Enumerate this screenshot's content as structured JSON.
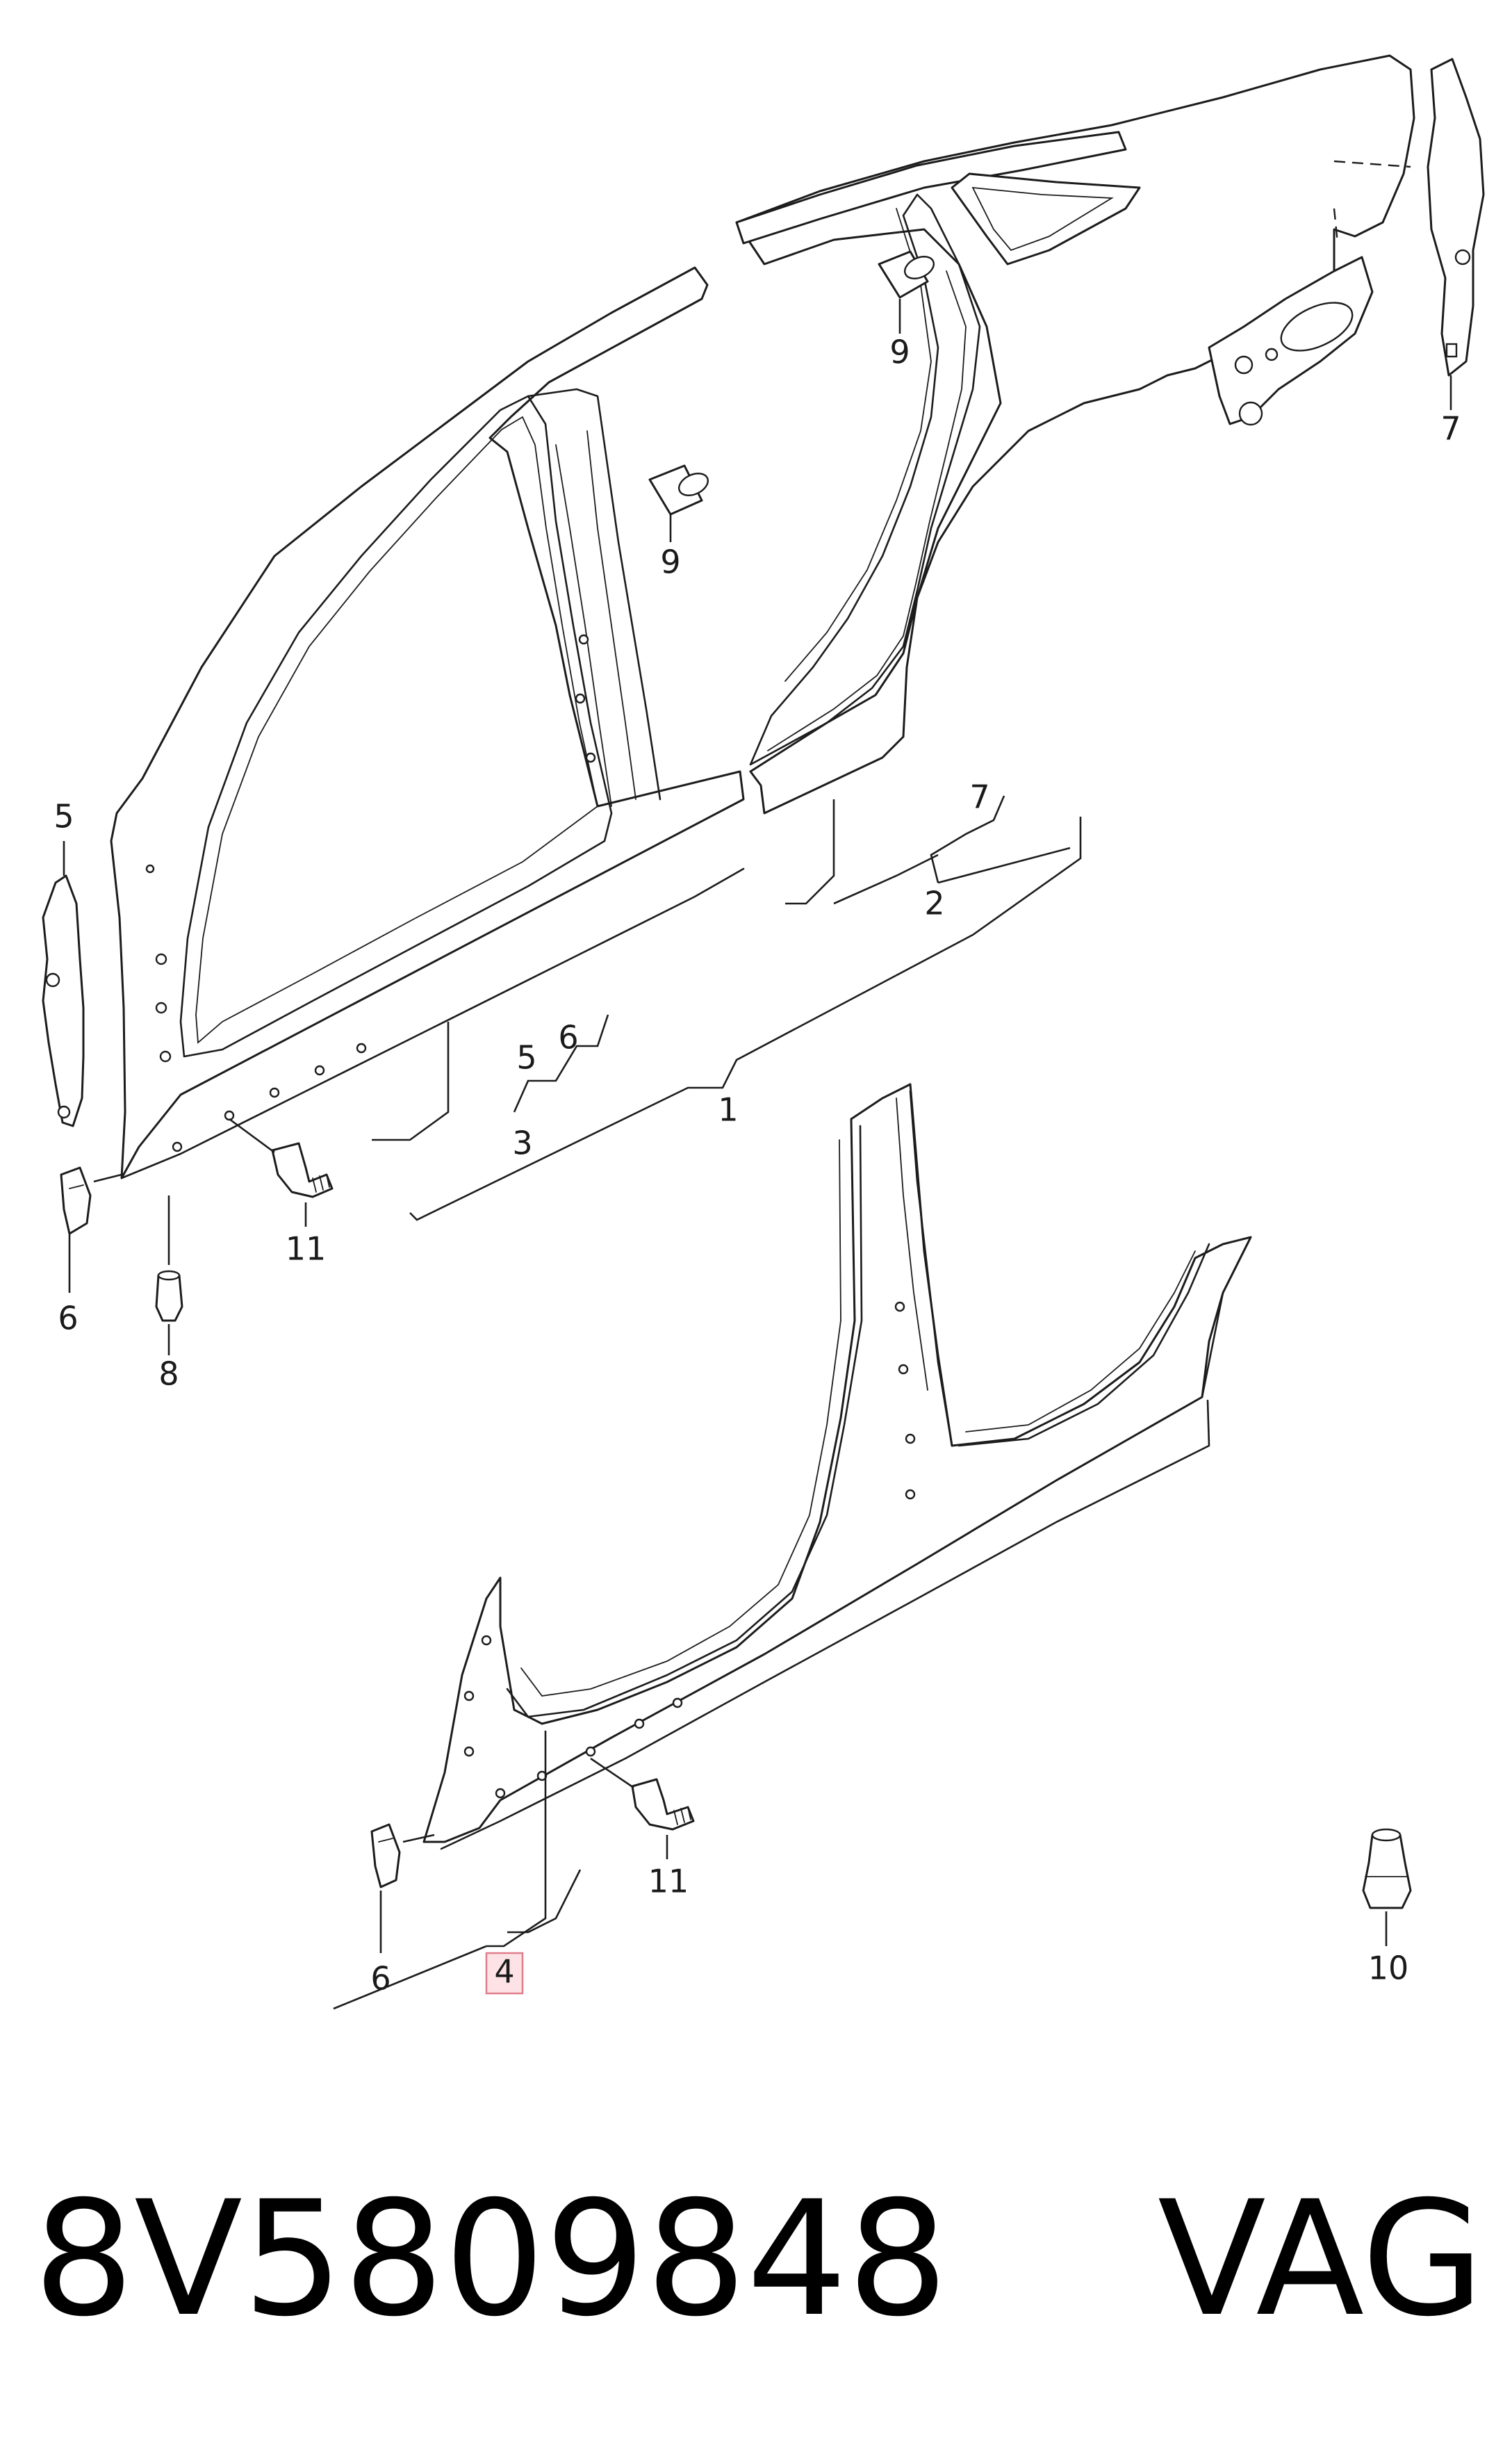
{
  "callouts": {
    "c1": "1",
    "c2": "2",
    "c3": "3",
    "c4": "4",
    "c5a": "5",
    "c5b": "5",
    "c6a": "6",
    "c6b": "6",
    "c6c": "6",
    "c7a": "7",
    "c7b": "7",
    "c8": "8",
    "c9a": "9",
    "c9b": "9",
    "c10": "10",
    "c11a": "11",
    "c11b": "11"
  },
  "highlighted_callout": "4",
  "colors": {
    "line": "#1c1c1c",
    "highlight_fill": "#fde3e6",
    "highlight_border": "#e07d8a",
    "text": "#000000"
  },
  "footer": {
    "part_number": "8V5809848",
    "brand": "VAG"
  }
}
